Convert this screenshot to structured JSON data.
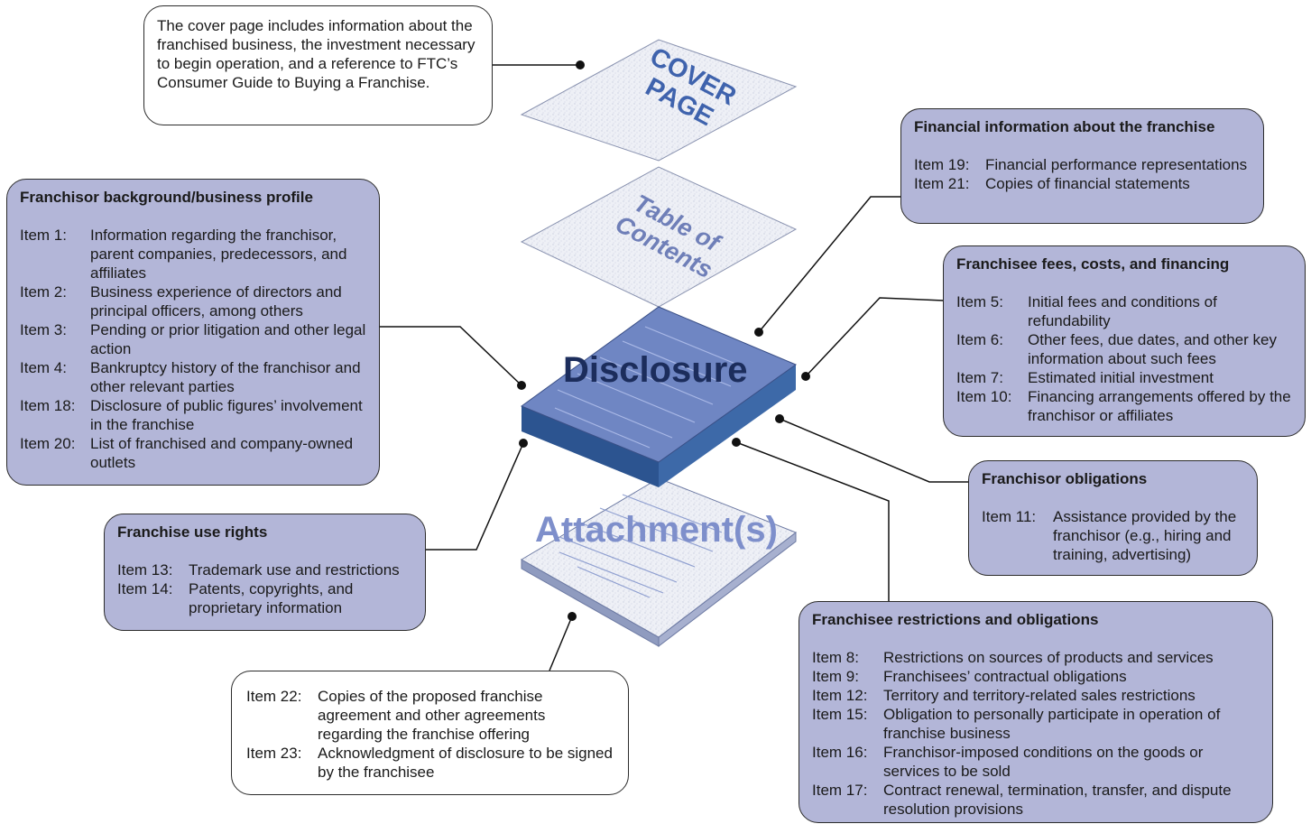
{
  "cover_page": {
    "label_line1": "COVER",
    "label_line2": "PAGE"
  },
  "toc": {
    "label_line1": "Table of",
    "label_line2": "Contents"
  },
  "disclosure": {
    "label": "Disclosure"
  },
  "attachments": {
    "label": "Attachment(s)"
  },
  "colors": {
    "box_fill": "#b3b6d8",
    "disclosure_fill": "#6f86c3",
    "disclosure_side": "#2c5490",
    "label_dark": "#1c2d5c",
    "label_light": "#7e8fcb",
    "cover_text": "#3f63ad"
  },
  "cover_note": {
    "text": "The cover page includes information about the franchised business, the investment necessary to begin operation, and a reference to FTC’s Consumer Guide to Buying a Franchise."
  },
  "background_box": {
    "title": "Franchisor background/business profile",
    "items": [
      {
        "num": "Item 1:",
        "text": "Information regarding the franchisor, parent companies, predecessors, and affiliates"
      },
      {
        "num": "Item 2:",
        "text": "Business experience of directors and principal officers, among others"
      },
      {
        "num": "Item 3:",
        "text": "Pending or prior litigation and other legal action"
      },
      {
        "num": "Item 4:",
        "text": "Bankruptcy history of the franchisor and other relevant parties"
      },
      {
        "num": "Item 18:",
        "text": "Disclosure of public figures’ involvement in the franchise"
      },
      {
        "num": "Item 20:",
        "text": "List of franchised and company-owned outlets"
      }
    ]
  },
  "use_rights_box": {
    "title": "Franchise use rights",
    "items": [
      {
        "num": "Item 13:",
        "text": "Trademark use and restrictions"
      },
      {
        "num": "Item 14:",
        "text": "Patents, copyrights, and proprietary information"
      }
    ]
  },
  "attachments_note": {
    "items": [
      {
        "num": "Item 22:",
        "text": "Copies of the proposed franchise agreement and other agreements regarding the franchise offering"
      },
      {
        "num": "Item 23:",
        "text": "Acknowledgment of disclosure to be signed by the franchisee"
      }
    ]
  },
  "financial_box": {
    "title": "Financial information about the franchise",
    "items": [
      {
        "num": "Item 19:",
        "text": "Financial performance representations"
      },
      {
        "num": "Item 21:",
        "text": "Copies of financial statements"
      }
    ]
  },
  "fees_box": {
    "title": "Franchisee fees, costs, and financing",
    "items": [
      {
        "num": "Item 5:",
        "text": "Initial fees and conditions of refundability"
      },
      {
        "num": "Item 6:",
        "text": "Other fees, due dates, and other key information about such fees"
      },
      {
        "num": "Item 7:",
        "text": "Estimated initial investment"
      },
      {
        "num": "Item 10:",
        "text": "Financing arrangements offered by the franchisor or affiliates"
      }
    ]
  },
  "obligations_box": {
    "title": "Franchisor obligations",
    "items": [
      {
        "num": "Item 11:",
        "text": "Assistance provided by the franchisor (e.g., hiring and training, advertising)"
      }
    ]
  },
  "restrictions_box": {
    "title": "Franchisee restrictions and obligations",
    "items": [
      {
        "num": "Item 8:",
        "text": "Restrictions on sources of products and services"
      },
      {
        "num": "Item 9:",
        "text": "Franchisees’ contractual obligations"
      },
      {
        "num": "Item 12:",
        "text": "Territory and territory-related sales restrictions"
      },
      {
        "num": "Item 15:",
        "text": "Obligation to personally participate in operation of franchise business"
      },
      {
        "num": "Item 16:",
        "text": "Franchisor-imposed conditions on the goods or services to be sold"
      },
      {
        "num": "Item 17:",
        "text": "Contract renewal, termination, transfer, and dispute resolution provisions"
      }
    ]
  }
}
